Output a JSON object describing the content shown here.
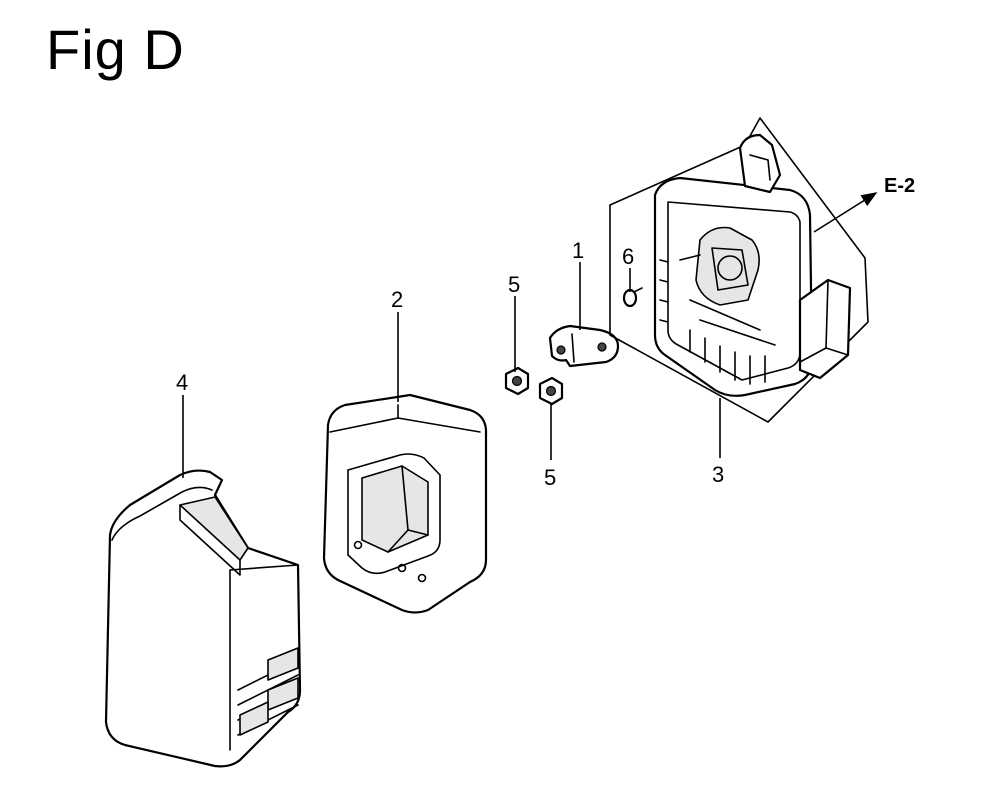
{
  "figure": {
    "title": "Fig D"
  },
  "callouts": {
    "c1": "1",
    "c2": "2",
    "c3": "3",
    "c4": "4",
    "c5a": "5",
    "c5b": "5",
    "c6": "6"
  },
  "reference": {
    "label": "E-2"
  }
}
